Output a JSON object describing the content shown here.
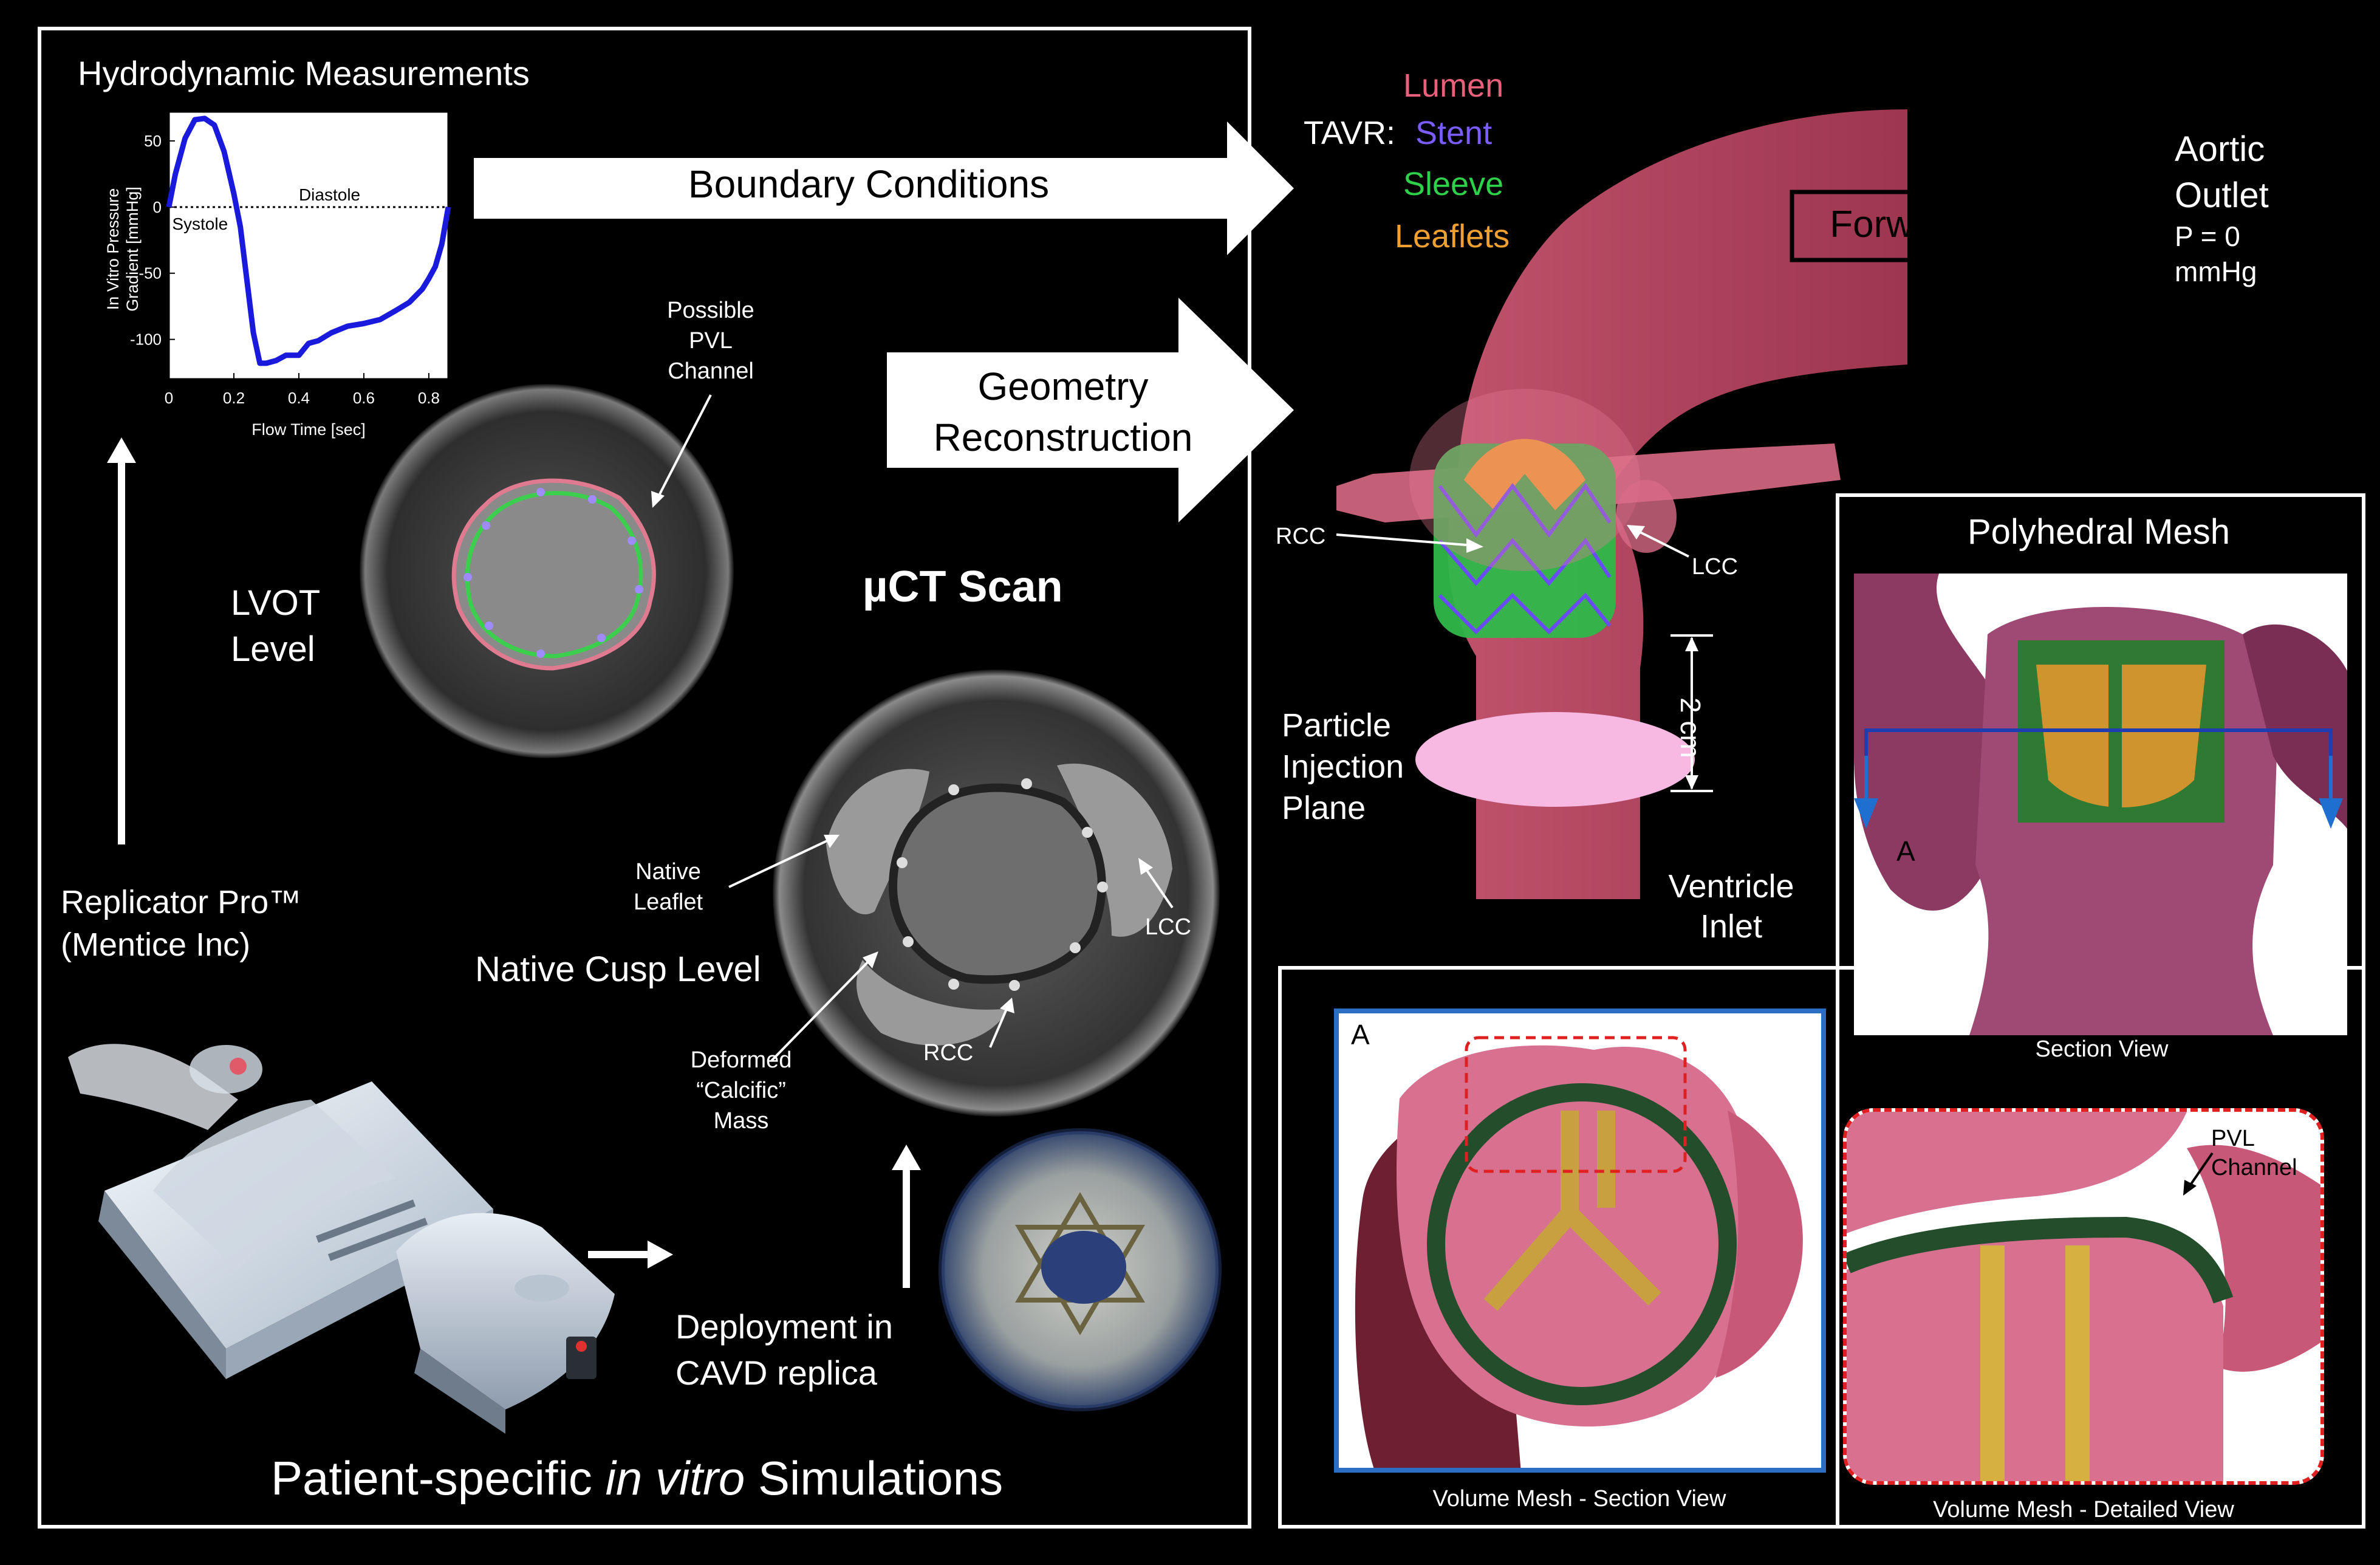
{
  "left_panel": {
    "chart_title": "Hydrodynamic Measurements",
    "bottom_title_pre": "Patient-specific ",
    "bottom_title_italic": "in vitro",
    "bottom_title_post": " Simulations",
    "device_line1": "Replicator Pro™",
    "device_line2": "(Mentice Inc)",
    "deploy_line1": "Deployment in",
    "deploy_line2": "CAVD replica",
    "uct_title": "µCT Scan",
    "lvot_line1": "LVOT",
    "lvot_line2": "Level",
    "native_cusp_level": "Native Cusp Level",
    "pvl_line1": "Possible",
    "pvl_line2": "PVL",
    "pvl_line3": "Channel",
    "native_leaflet_line1": "Native",
    "native_leaflet_line2": "Leaflet",
    "lcc": "LCC",
    "rcc": "RCC",
    "deformed_line1": "Deformed",
    "deformed_line2": "“Calcific”",
    "deformed_line3": "Mass"
  },
  "chart_data": {
    "type": "line",
    "title": "",
    "xlabel": "Flow Time [sec]",
    "ylabel_line1": "In Vitro Pressure",
    "ylabel_line2": "Gradient [mmHg]",
    "xlim": [
      0,
      0.86
    ],
    "ylim": [
      -130,
      72
    ],
    "xticks": [
      "0",
      "0.2",
      "0.4",
      "0.6",
      "0.8"
    ],
    "yticks": [
      "50",
      "0",
      "-50",
      "-100"
    ],
    "annotations": [
      "Systole",
      "Diastole"
    ],
    "color": "#1a1adc",
    "x": [
      0,
      0.02,
      0.05,
      0.08,
      0.11,
      0.14,
      0.17,
      0.2,
      0.22,
      0.24,
      0.26,
      0.28,
      0.3,
      0.33,
      0.36,
      0.4,
      0.43,
      0.46,
      0.5,
      0.55,
      0.6,
      0.65,
      0.7,
      0.74,
      0.78,
      0.8,
      0.82,
      0.84,
      0.86
    ],
    "y": [
      0,
      25,
      52,
      66,
      67,
      62,
      42,
      10,
      -15,
      -55,
      -95,
      -118,
      -118,
      -116,
      -112,
      -112,
      -103,
      -101,
      -95,
      -90,
      -88,
      -85,
      -78,
      -72,
      -62,
      -54,
      -45,
      -28,
      0
    ]
  },
  "right_panel": {
    "boundary_conditions": "Boundary Conditions",
    "geometry_line1": "Geometry",
    "geometry_line2": "Reconstruction",
    "lumen": "Lumen",
    "tavr": "TAVR:",
    "stent": "Stent",
    "sleeve": "Sleeve",
    "leaflets": "Leaflets",
    "forward_flow": "Forward Flow",
    "aortic_line1": "Aortic",
    "aortic_line2": "Outlet",
    "aortic_line3": "P = 0",
    "aortic_line4": "mmHg",
    "rcc": "RCC",
    "lcc": "LCC",
    "scale": "2 cm",
    "particle_line1": "Particle",
    "particle_line2": "Injection",
    "particle_line3": "Plane",
    "ventricle_line1": "Ventricle",
    "ventricle_line2": "Inlet",
    "colors": {
      "lumen": "#e8607a",
      "stent": "#7a5cff",
      "sleeve": "#2fd14a",
      "leaflets": "#f0a030"
    }
  },
  "mesh_panel": {
    "title": "Polyhedral Mesh",
    "section_view": "Section View",
    "section_label": "A",
    "volume_section": "Volume Mesh - Section View",
    "volume_section_label": "A",
    "volume_detail": "Volume Mesh - Detailed View",
    "pvl_line1": "PVL",
    "pvl_line2": "Channel"
  }
}
